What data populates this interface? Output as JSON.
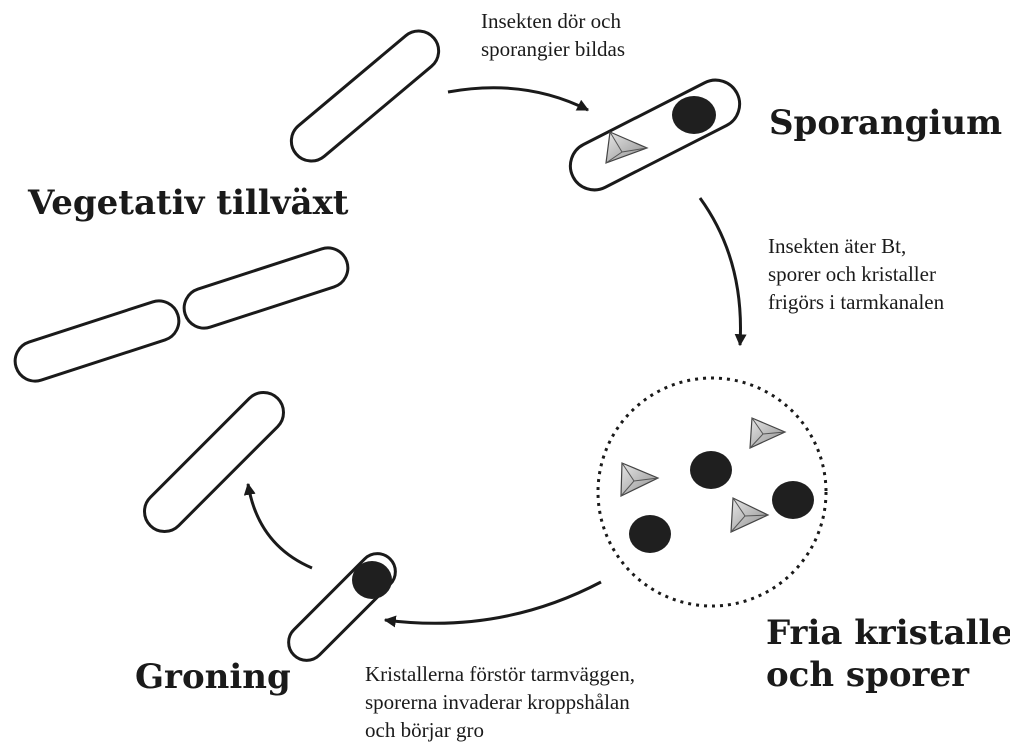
{
  "colors": {
    "ink": "#1a1a1a",
    "spore": "#1f1f1f",
    "crystal": "#999999",
    "background": "#ffffff"
  },
  "stages": {
    "vegetative": "Vegetativ tillväxt",
    "sporangium": "Sporangium",
    "free": {
      "line1": "Fria kristaller",
      "line2": "och sporer"
    },
    "germination": "Groning"
  },
  "transitions": {
    "death": {
      "line1": "Insekten dör och",
      "line2": "sporangier bildas"
    },
    "ingestion": {
      "line1": "Insekten äter Bt,",
      "line2": "sporer och kristaller",
      "line3": "frigörs i tarmkanalen"
    },
    "invasion": {
      "line1": "Kristallerna förstör tarmväggen,",
      "line2": "sporerna invaderar kroppshålan",
      "line3": "och börjar gro"
    }
  }
}
